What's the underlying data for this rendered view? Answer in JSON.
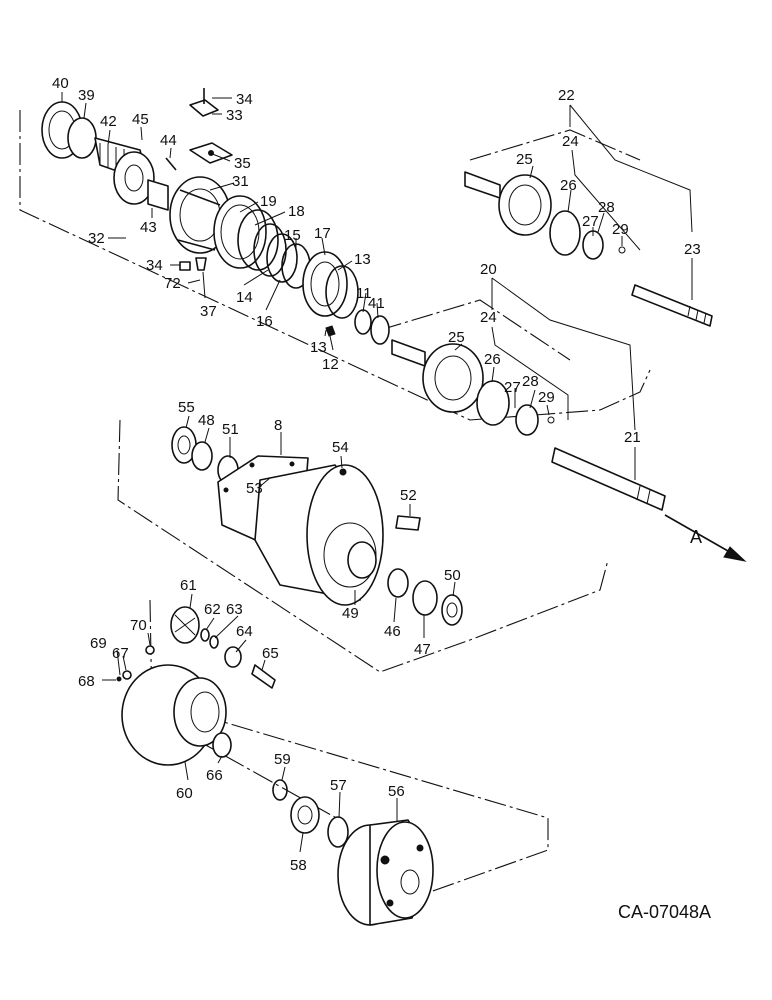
{
  "diagram": {
    "drawing_code": "CA-07048A",
    "arrow_label": "A",
    "part_numbers": [
      "40",
      "39",
      "42",
      "45",
      "34",
      "33",
      "44",
      "35",
      "31",
      "43",
      "32",
      "19",
      "18",
      "15",
      "17",
      "13",
      "34",
      "72",
      "37",
      "14",
      "16",
      "11",
      "41",
      "13",
      "12",
      "22",
      "24",
      "25",
      "26",
      "28",
      "27",
      "29",
      "23",
      "20",
      "24",
      "25",
      "26",
      "27",
      "28",
      "29",
      "21",
      "55",
      "48",
      "51",
      "8",
      "54",
      "53",
      "52",
      "49",
      "46",
      "50",
      "47",
      "61",
      "62",
      "63",
      "70",
      "64",
      "65",
      "69",
      "67",
      "68",
      "60",
      "66",
      "59",
      "57",
      "56",
      "58"
    ]
  }
}
